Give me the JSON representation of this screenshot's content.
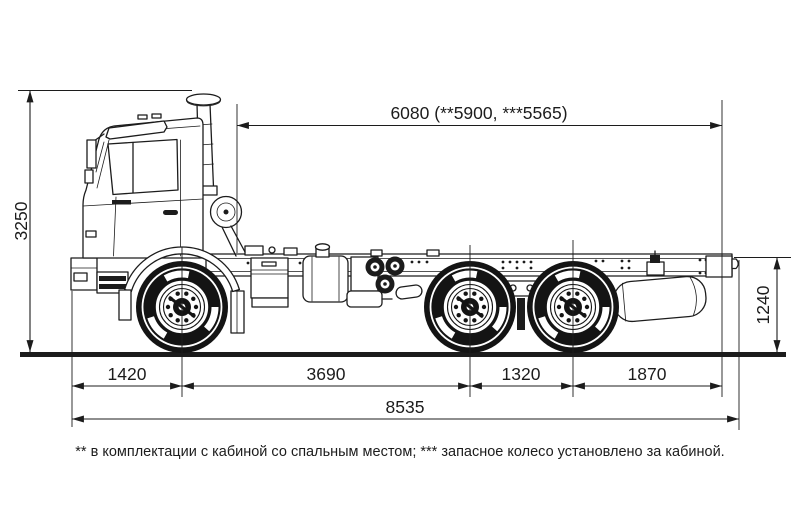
{
  "drawing": {
    "subject": "truck chassis side view technical drawing",
    "line_color": "#1c1c1c",
    "background": "#ffffff"
  },
  "dims": {
    "top_span": "6080 (**5900, ***5565)",
    "overall_height": "3250",
    "frame_height": "1240",
    "front_overhang": "1420",
    "wheelbase": "3690",
    "bogie_base": "1320",
    "rear_overhang": "1870",
    "overall_length": "8535"
  },
  "footnote": "** в комплектации с кабиной со спальным местом; *** запасное колесо установлено за кабиной."
}
